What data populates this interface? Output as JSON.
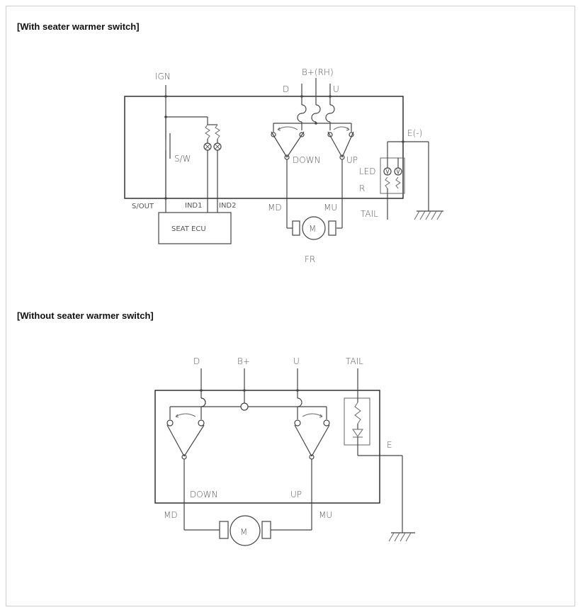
{
  "sections": [
    {
      "title": "[With seater warmer switch]"
    },
    {
      "title": "[Without seater warmer switch]"
    }
  ],
  "diagram1": {
    "labels": {
      "ign": "IGN",
      "bplus_rh": "B+(RH)",
      "d": "D",
      "u": "U",
      "e_minus": "E(-)",
      "sw": "S/W",
      "down": "DOWN",
      "up": "UP",
      "led": "LED",
      "r": "R",
      "s_out": "S/OUT",
      "ind1": "IND1",
      "ind2": "IND2",
      "md": "MD",
      "mu": "MU",
      "tail": "TAIL",
      "seat_ecu": "SEAT ECU",
      "motor": "M",
      "fr": "FR"
    }
  },
  "diagram2": {
    "labels": {
      "d": "D",
      "bplus": "B+",
      "u": "U",
      "tail": "TAIL",
      "e": "E",
      "down": "DOWN",
      "up": "UP",
      "md": "MD",
      "mu": "MU",
      "motor": "M"
    }
  }
}
